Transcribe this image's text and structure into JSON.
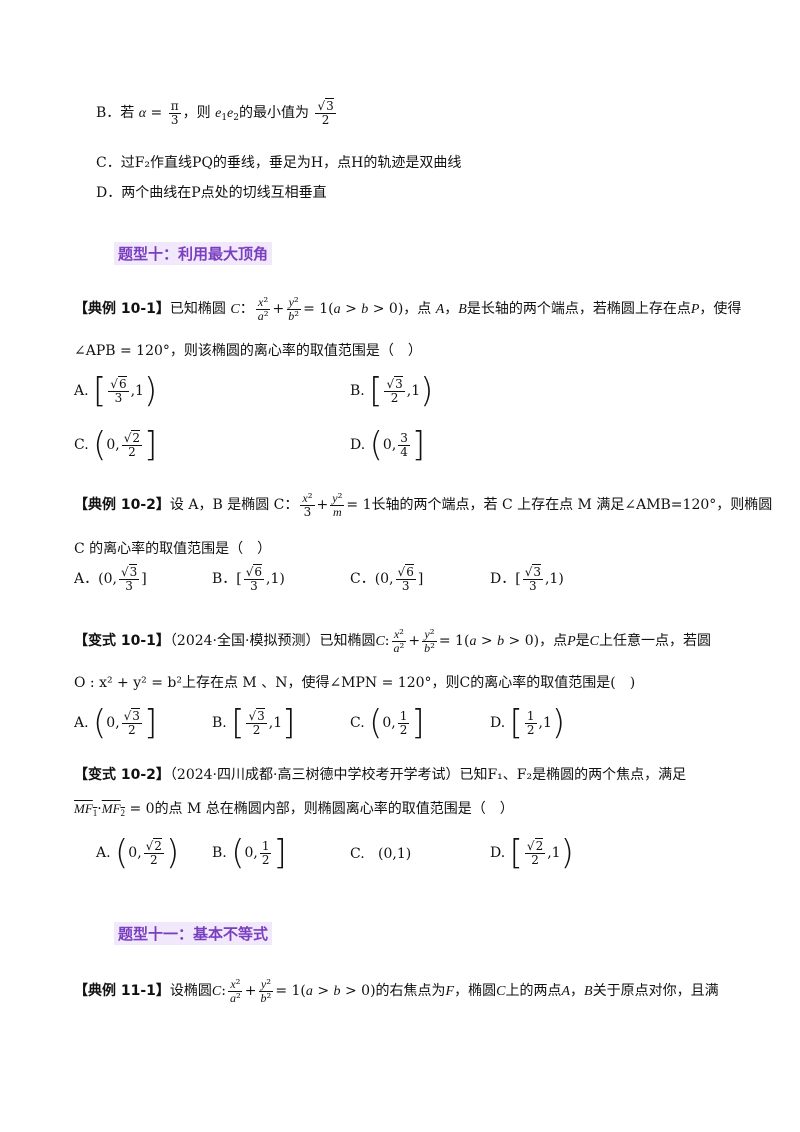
{
  "intro": {
    "optB_label": "B．若",
    "optB_mid": "，则",
    "optB_end": "的最小值为",
    "optC": "C．过F₂作直线PQ的垂线，垂足为H，点H的轨迹是双曲线",
    "optD": "D．两个曲线在P点处的切线互相垂直"
  },
  "section10": {
    "title": "题型十：利用最大顶角"
  },
  "ex10_1": {
    "tag": "【典例 10-1】",
    "text_a": "已知椭圆",
    "text_b": "，点",
    "text_c": "是长轴的两个端点，若椭圆上存在点",
    "text_d": "，使得",
    "line2": "∠APB = 120°，则该椭圆的离心率的取值范围是（　）",
    "A": "A.",
    "B": "B.",
    "C": "C.",
    "D": "D."
  },
  "ex10_2": {
    "tag": "【典例 10-2】",
    "text_a": "设 A，B 是椭圆 C：",
    "text_b": "长轴的两个端点，若 C 上存在点 M 满足∠AMB=120°，则椭圆",
    "line2": "C 的离心率的取值范围是（　）",
    "A": "A．(0,",
    "B": "B．[",
    "C": "C．(0,",
    "D": "D．["
  },
  "var10_1": {
    "tag": "【变式 10-1】",
    "text_a": "（2024·全国·模拟预测）已知椭圆",
    "text_b": "，点",
    "text_c": "是",
    "text_d": "上任意一点，若圆",
    "line2_a": "O : x² + y² = b²上存在点 M 、N，使得∠MPN = 120°，则C的离心率的取值范围是(　)",
    "A": "A.",
    "B": "B.",
    "C": "C.",
    "D": "D."
  },
  "var10_2": {
    "tag": "【变式 10-2】",
    "text_a": "（2024·四川成都·高三树德中学校考开学考试）已知F₁、F₂是椭圆的两个焦点，满足",
    "line2": "的点 M 总在椭圆内部，则椭圆离心率的取值范围是（　）",
    "A": "A.",
    "B": "B.",
    "C": "C.",
    "D": "D."
  },
  "section11": {
    "title": "题型十一：基本不等式"
  },
  "ex11_1": {
    "tag": "【典例 11-1】",
    "text_a": "设椭圆",
    "text_b": "的右焦点为",
    "text_c": "，椭圆",
    "text_d": "上的两点",
    "text_e": "关于原点对你，且满"
  },
  "colors": {
    "heading_text": "#7a3fc0",
    "heading_bg": "#f1e8fb"
  }
}
